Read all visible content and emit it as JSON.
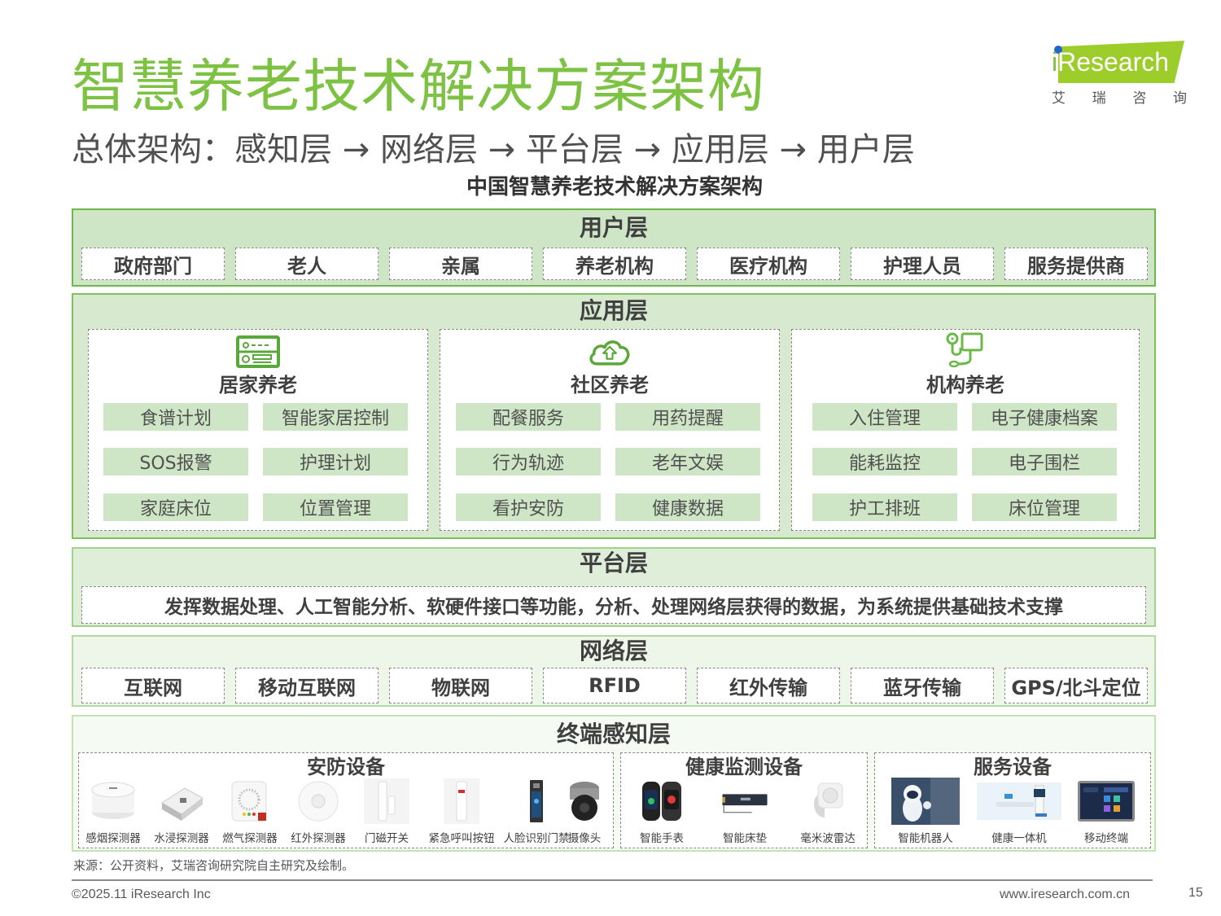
{
  "header": {
    "title": "智慧养老技术解决方案架构",
    "subtitle": "总体架构：感知层 → 网络层 → 平台层 → 应用层 → 用户层"
  },
  "logo": {
    "brand_prefix": "i",
    "brand_rest": "Research",
    "cn_chars": [
      "艾",
      "瑞",
      "咨",
      "询"
    ],
    "accent_color": "#9ccd2b"
  },
  "diagram": {
    "title": "中国智慧养老技术解决方案架构",
    "user_layer": {
      "title": "用户层",
      "items": [
        "政府部门",
        "老人",
        "亲属",
        "养老机构",
        "医疗机构",
        "护理人员",
        "服务提供商"
      ]
    },
    "app_layer": {
      "title": "应用层",
      "groups": [
        {
          "icon": "control-panel-icon",
          "title": "居家养老",
          "items": [
            "食谱计划",
            "智能家居控制",
            "SOS报警",
            "护理计划",
            "家庭床位",
            "位置管理"
          ]
        },
        {
          "icon": "cloud-upload-icon",
          "title": "社区养老",
          "items": [
            "配餐服务",
            "用药提醒",
            "行为轨迹",
            "老年文娱",
            "看护安防",
            "健康数据"
          ]
        },
        {
          "icon": "stethoscope-icon",
          "title": "机构养老",
          "items": [
            "入住管理",
            "电子健康档案",
            "能耗监控",
            "电子围栏",
            "护工排班",
            "床位管理"
          ]
        }
      ]
    },
    "platform_layer": {
      "title": "平台层",
      "description": "发挥数据处理、人工智能分析、软硬件接口等功能，分析、处理网络层获得的数据，为系统提供基础技术支撑"
    },
    "network_layer": {
      "title": "网络层",
      "items": [
        "互联网",
        "移动互联网",
        "物联网",
        "RFID",
        "红外传输",
        "蓝牙传输",
        "GPS/北斗定位"
      ]
    },
    "terminal_layer": {
      "title": "终端感知层",
      "groups": [
        {
          "title": "安防设备",
          "devices": [
            "感烟探测器",
            "水浸探测器",
            "燃气探测器",
            "红外探测器",
            "门磁开关",
            "紧急呼叫按钮",
            "人脸识别门禁",
            "摄像头"
          ]
        },
        {
          "title": "健康监测设备",
          "devices": [
            "智能手表",
            "智能床垫",
            "毫米波雷达"
          ]
        },
        {
          "title": "服务设备",
          "devices": [
            "智能机器人",
            "健康一体机",
            "移动终端"
          ]
        }
      ]
    }
  },
  "footer": {
    "source": "来源：公开资料，艾瑞咨询研究院自主研究及绘制。",
    "copyright": "©2025.11 iResearch Inc",
    "website": "www.iresearch.com.cn",
    "page_number": "15"
  },
  "colors": {
    "title_green": "#7dc242",
    "user_layer_bg": "#cfe6c6",
    "app_layer_bg": "#d7ead0",
    "platform_layer_bg": "#dfeed9",
    "network_layer_bg": "#eef6ea",
    "terminal_layer_bg": "#f5faf2",
    "app_cell_bg": "#cfe6c6"
  }
}
